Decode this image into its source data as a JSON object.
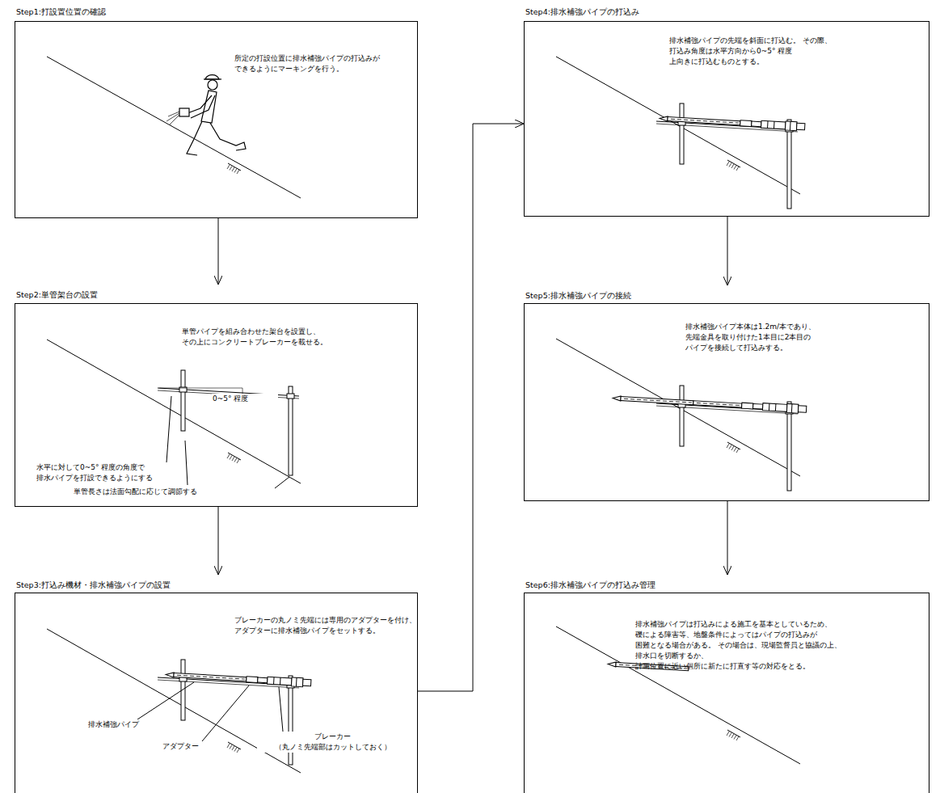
{
  "diagram": {
    "nodes": [
      {
        "text": [
          "Step1:打設置位置の確認",
          "所定の打設位置に排水補強パイプの打込みが できるようにマーキングを行う。"
        ]
      },
      {
        "text": [
          "Step2:単管架台の設置",
          "単管パイプを組み合わせた架台を設置し、 その上にコンクリートブレーカーを載せる。"
        ]
      },
      {
        "text": [
          "Step3:打込み機材・排水補強パイプの設置",
          "ブレーカーの丸ノミ先端には専用のアダプターを付け、 アダプターに排水補強パイプをセットする。"
        ]
      },
      {
        "text": [
          "Step4:排水補強パイプの打込み",
          "排水補強パイプの先端を斜面に打込む。 その際、打込み角度は水平方向から0~5° 程度 上向きに打込むものとする。"
        ]
      },
      {
        "text": [
          "Step5:排水補強パイプの接続",
          "排水補強パイプ本体は1.2m/本であり、 先端金具を取り付けた1本目に2本目の パイプを接続して打込みする。"
        ]
      },
      {
        "text": [
          "Step6:排水補強パイプの打込み管理",
          "排水補強パイプは打込みによる施工を基本としているため、 礫による障害等、地盤条件によってはパイプの打込みが 困難となる場合がある。 その場合は、現場監督員と協議の上、排水口を切断するか、 計画位置に近い個所に新たに打直す等の対応をとる。"
        ]
      }
    ],
    "edges": [
      {
        "from": 0,
        "to": 1,
        "arrow": "to"
      },
      {
        "from": 1,
        "to": 2,
        "arrow": "to"
      },
      {
        "from": 2,
        "to": 3,
        "arrow": "to"
      },
      {
        "from": 3,
        "to": 4,
        "arrow": "to"
      },
      {
        "from": 4,
        "to": 5,
        "arrow": "to"
      }
    ],
    "labels": [
      "0~5° 程度",
      "水平に対して0~5° 程度の角度で 排水パイプを打設できるようにする",
      "単管長さは法面勾配に応じて調節する",
      "排水補強パイプ",
      "アダプター",
      "ブレーカー （丸ノミ先端部はカットしておく）"
    ]
  }
}
